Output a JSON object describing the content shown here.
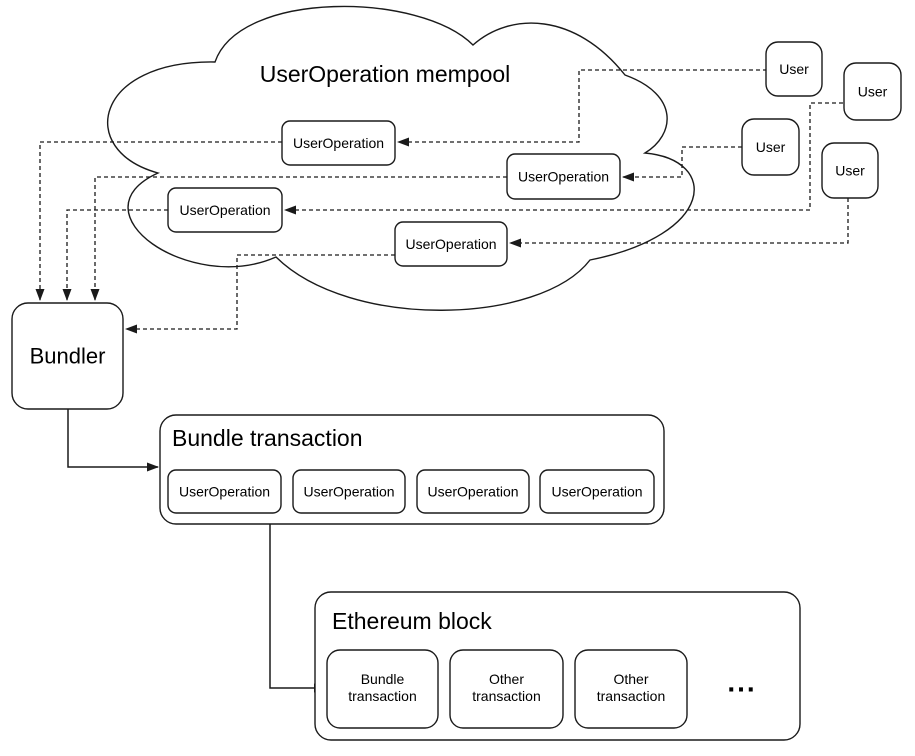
{
  "colors": {
    "background": "#ffffff",
    "stroke": "#1a1a1a",
    "text": "#000000"
  },
  "mempool": {
    "title": "UserOperation mempool",
    "operations": [
      {
        "label": "UserOperation"
      },
      {
        "label": "UserOperation"
      },
      {
        "label": "UserOperation"
      },
      {
        "label": "UserOperation"
      }
    ]
  },
  "users": [
    {
      "label": "User"
    },
    {
      "label": "User"
    },
    {
      "label": "User"
    },
    {
      "label": "User"
    }
  ],
  "bundler": {
    "label": "Bundler"
  },
  "bundle_transaction": {
    "title": "Bundle transaction",
    "operations": [
      {
        "label": "UserOperation"
      },
      {
        "label": "UserOperation"
      },
      {
        "label": "UserOperation"
      },
      {
        "label": "UserOperation"
      }
    ]
  },
  "ethereum_block": {
    "title": "Ethereum block",
    "transactions": [
      {
        "line1": "Bundle",
        "line2": "transaction"
      },
      {
        "line1": "Other",
        "line2": "transaction"
      },
      {
        "line1": "Other",
        "line2": "transaction"
      }
    ],
    "more_indicator": "..."
  }
}
